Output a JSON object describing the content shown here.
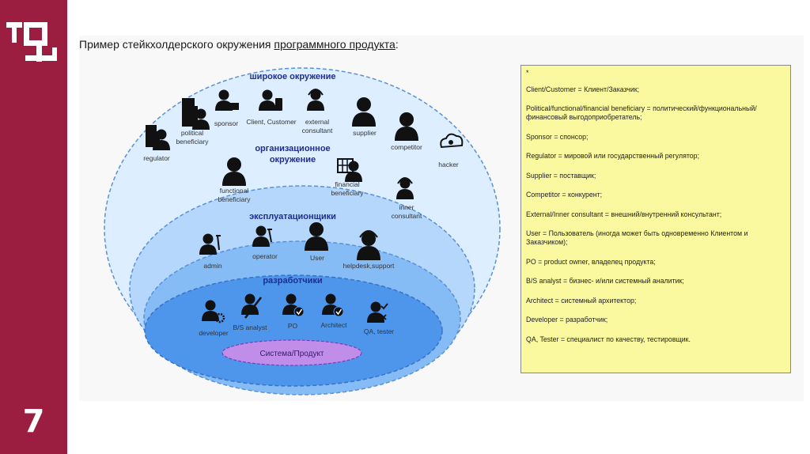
{
  "slide": {
    "page_number": "7",
    "title_prefix": "Пример стейкхолдерского окружения ",
    "title_underlined": "программного продукта",
    "title_suffix": ":"
  },
  "diagram": {
    "zones": {
      "wide": "широкое окружение",
      "org_line1": "организационное",
      "org_line2": "окружение",
      "ops": "эксплуатационщики",
      "dev": "разработчики",
      "core": "Система/Продукт"
    },
    "roles": {
      "regulator": "regulator",
      "political_1": "political",
      "political_2": "beneficiary",
      "sponsor": "sponsor",
      "client": "Client, Customer",
      "external_1": "external",
      "external_2": "consultant",
      "supplier": "supplier",
      "competitor": "competitor",
      "hacker": "hacker",
      "functional_1": "functional",
      "functional_2": "beneficiary",
      "financial_1": "financial",
      "financial_2": "beneficiary",
      "inner_1": "inner",
      "inner_2": "consultant",
      "admin": "admin",
      "operator": "operator",
      "user": "User",
      "helpdesk": "helpdesk,support",
      "developer": "developer",
      "bs_analyst": "B/S analyst",
      "po": "PO",
      "architect": "Architect",
      "qa": "QA, tester"
    },
    "colors": {
      "wide": "#dceeff",
      "org": "#b4d7fb",
      "ops": "#86bcf6",
      "dev": "#4d96ec",
      "core": "#c08ee8",
      "border": "#5a90d8"
    }
  },
  "glossary": {
    "marker": "*",
    "entries": [
      "Client/Customer = Клиент/Заказчик;",
      "Political/functional/financial beneficiary = политический/функциональный/ финансовый выгодоприобретатель;",
      "Sponsor = спонсор;",
      "Regulator = мировой или государственный регулятор;",
      "Supplier = поставщик;",
      "Competitor = конкурент;",
      "External/Inner consultant = внешний/внутренний консультант;",
      "User = Пользователь (иногда может быть одновременно Клиентом и Заказчиком);",
      "PO = product owner, владелец продукта;",
      "B/S analyst = бизнес- и/или системный аналитик;",
      "Architect = системный архитектор;",
      "Developer = разработчик;",
      "QA, Tester = специалист по качеству, тестировщик."
    ]
  }
}
